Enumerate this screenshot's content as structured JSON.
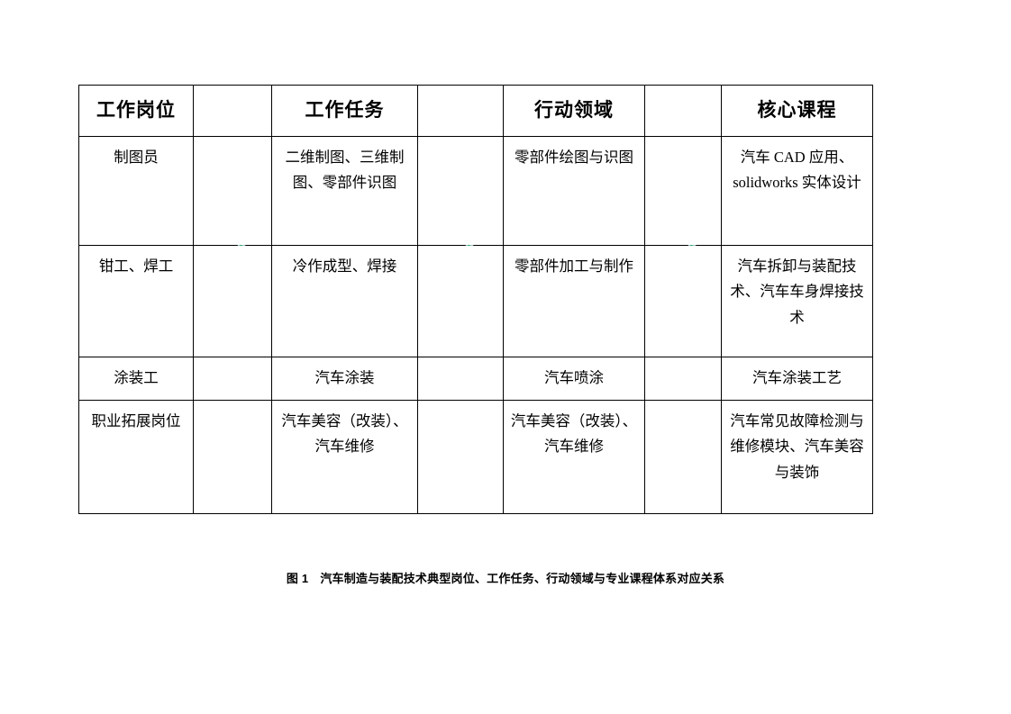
{
  "figure": {
    "caption_label": "图 1",
    "caption_text": "汽车制造与装配技术典型岗位、工作任务、行动领域与专业课程体系对应关系",
    "arrow_icon_name": "green-right-arrow-icon",
    "arrow_color": "#0FA958",
    "arrow_outline_color": "#9DBFC4",
    "border_color": "#000000",
    "background_color": "#FFFFFF"
  },
  "table": {
    "headers": [
      {
        "label": "工作岗位"
      },
      {
        "label": "工作任务"
      },
      {
        "label": "行动领域"
      },
      {
        "label": "核心课程"
      }
    ],
    "rows": [
      {
        "job": "制图员",
        "task": "二维制图、三维制图、零部件识图",
        "field": "零部件绘图与识图",
        "course": "汽车 CAD 应用、solidworks 实体设计"
      },
      {
        "job": "钳工、焊工",
        "task": "冷作成型、焊接",
        "field": "零部件加工与制作",
        "course": "汽车拆卸与装配技术、汽车车身焊接技术"
      },
      {
        "job": "涂装工",
        "task": "汽车涂装",
        "field": "汽车喷涂",
        "course": "汽车涂装工艺"
      },
      {
        "job": "职业拓展岗位",
        "task": "汽车美容（改装）、汽车维修",
        "field": "汽车美容（改装）、汽车维修",
        "course": "汽车常见故障检测与维修模块、汽车美容与装饰"
      }
    ],
    "arrows": [
      {
        "name": "arrow-job-to-task"
      },
      {
        "name": "arrow-task-to-field"
      },
      {
        "name": "arrow-field-to-course"
      }
    ]
  }
}
